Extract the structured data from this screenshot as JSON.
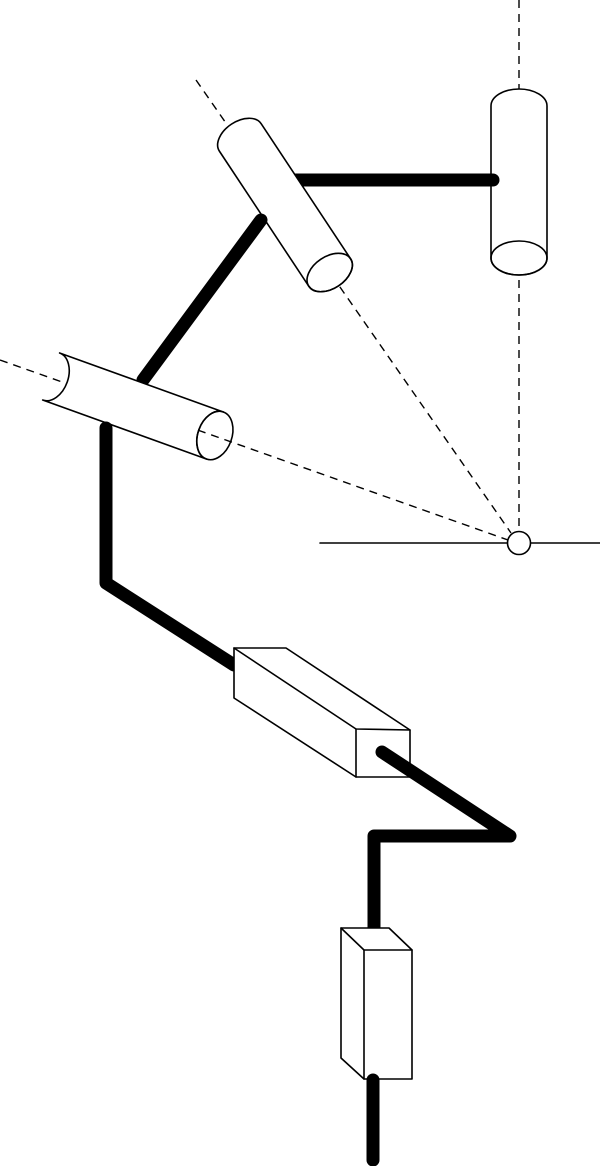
{
  "diagram": {
    "kind": "kinematic-chain",
    "colors": {
      "line": "#000000",
      "background": "#ffffff"
    },
    "joints": [
      {
        "id": "j1",
        "type": "revolute",
        "shape": "cylinder",
        "orientation": "vertical"
      },
      {
        "id": "j2",
        "type": "revolute",
        "shape": "cylinder",
        "orientation": "tilted"
      },
      {
        "id": "j3",
        "type": "revolute",
        "shape": "cylinder",
        "orientation": "near-horizontal"
      },
      {
        "id": "j4",
        "type": "prismatic",
        "shape": "box",
        "orientation": "diagonal"
      },
      {
        "id": "j5",
        "type": "prismatic",
        "shape": "box",
        "orientation": "vertical"
      }
    ],
    "reference": {
      "origin": "point",
      "axes_converge": true
    }
  }
}
